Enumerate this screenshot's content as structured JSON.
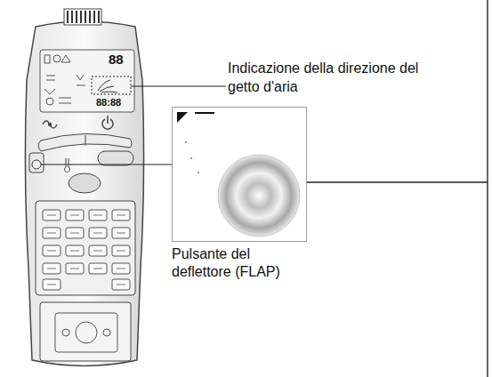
{
  "diagram": {
    "nodes": [
      {
        "text": [
          "Pulsante del deflettore (FLAP)"
        ]
      }
    ],
    "labels": [
      "Indicazione della direzione del getto d'aria",
      "88",
      "88:88"
    ]
  }
}
